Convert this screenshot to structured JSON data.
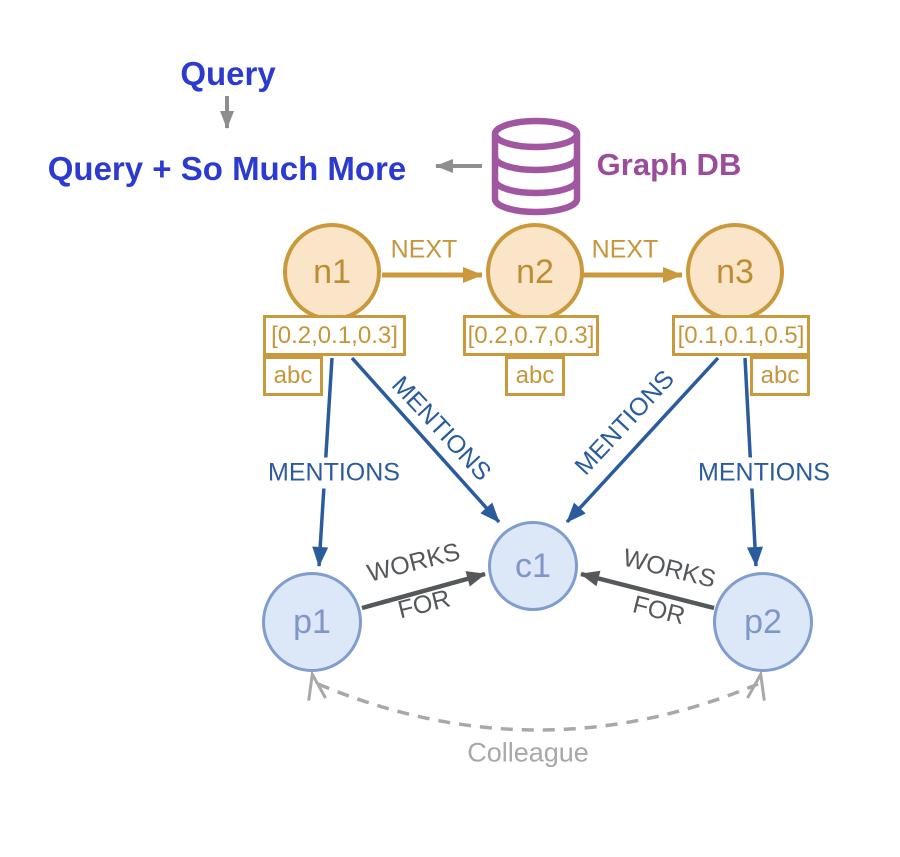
{
  "flow": {
    "query_label": "Query",
    "result_label": "Query + So Much More",
    "database_label": "Graph DB"
  },
  "graph": {
    "document_nodes": [
      {
        "label": "n1",
        "vector": "[0.2,0.1,0.3]",
        "property": "abc"
      },
      {
        "label": "n2",
        "vector": "[0.2,0.7,0.3]",
        "property": "abc"
      },
      {
        "label": "n3",
        "vector": "[0.1,0.1,0.5]",
        "property": "abc"
      }
    ],
    "entity_nodes": [
      {
        "label": "p1"
      },
      {
        "label": "c1"
      },
      {
        "label": "p2"
      }
    ],
    "edges": {
      "next_label": "NEXT",
      "mentions_label": "MENTIONS",
      "works_for_line1": "WORKS",
      "works_for_line2": "FOR",
      "colleague_label": "Colleague"
    }
  },
  "colors": {
    "query_blue": "#2b3ad0",
    "db_purple": "#9b4c9b",
    "gold_stroke": "#c9993c",
    "gold_fill": "#fae5c9",
    "gold_text": "#c6963a",
    "blue_edge": "#2a5c9d",
    "entity_fill": "#dce7f7",
    "entity_border": "#7f9dce",
    "entity_text": "#8096c8",
    "works_gray": "#55585a",
    "colleague_gray": "#a8a8a8",
    "flow_arrow_gray": "#8e8e8e"
  }
}
